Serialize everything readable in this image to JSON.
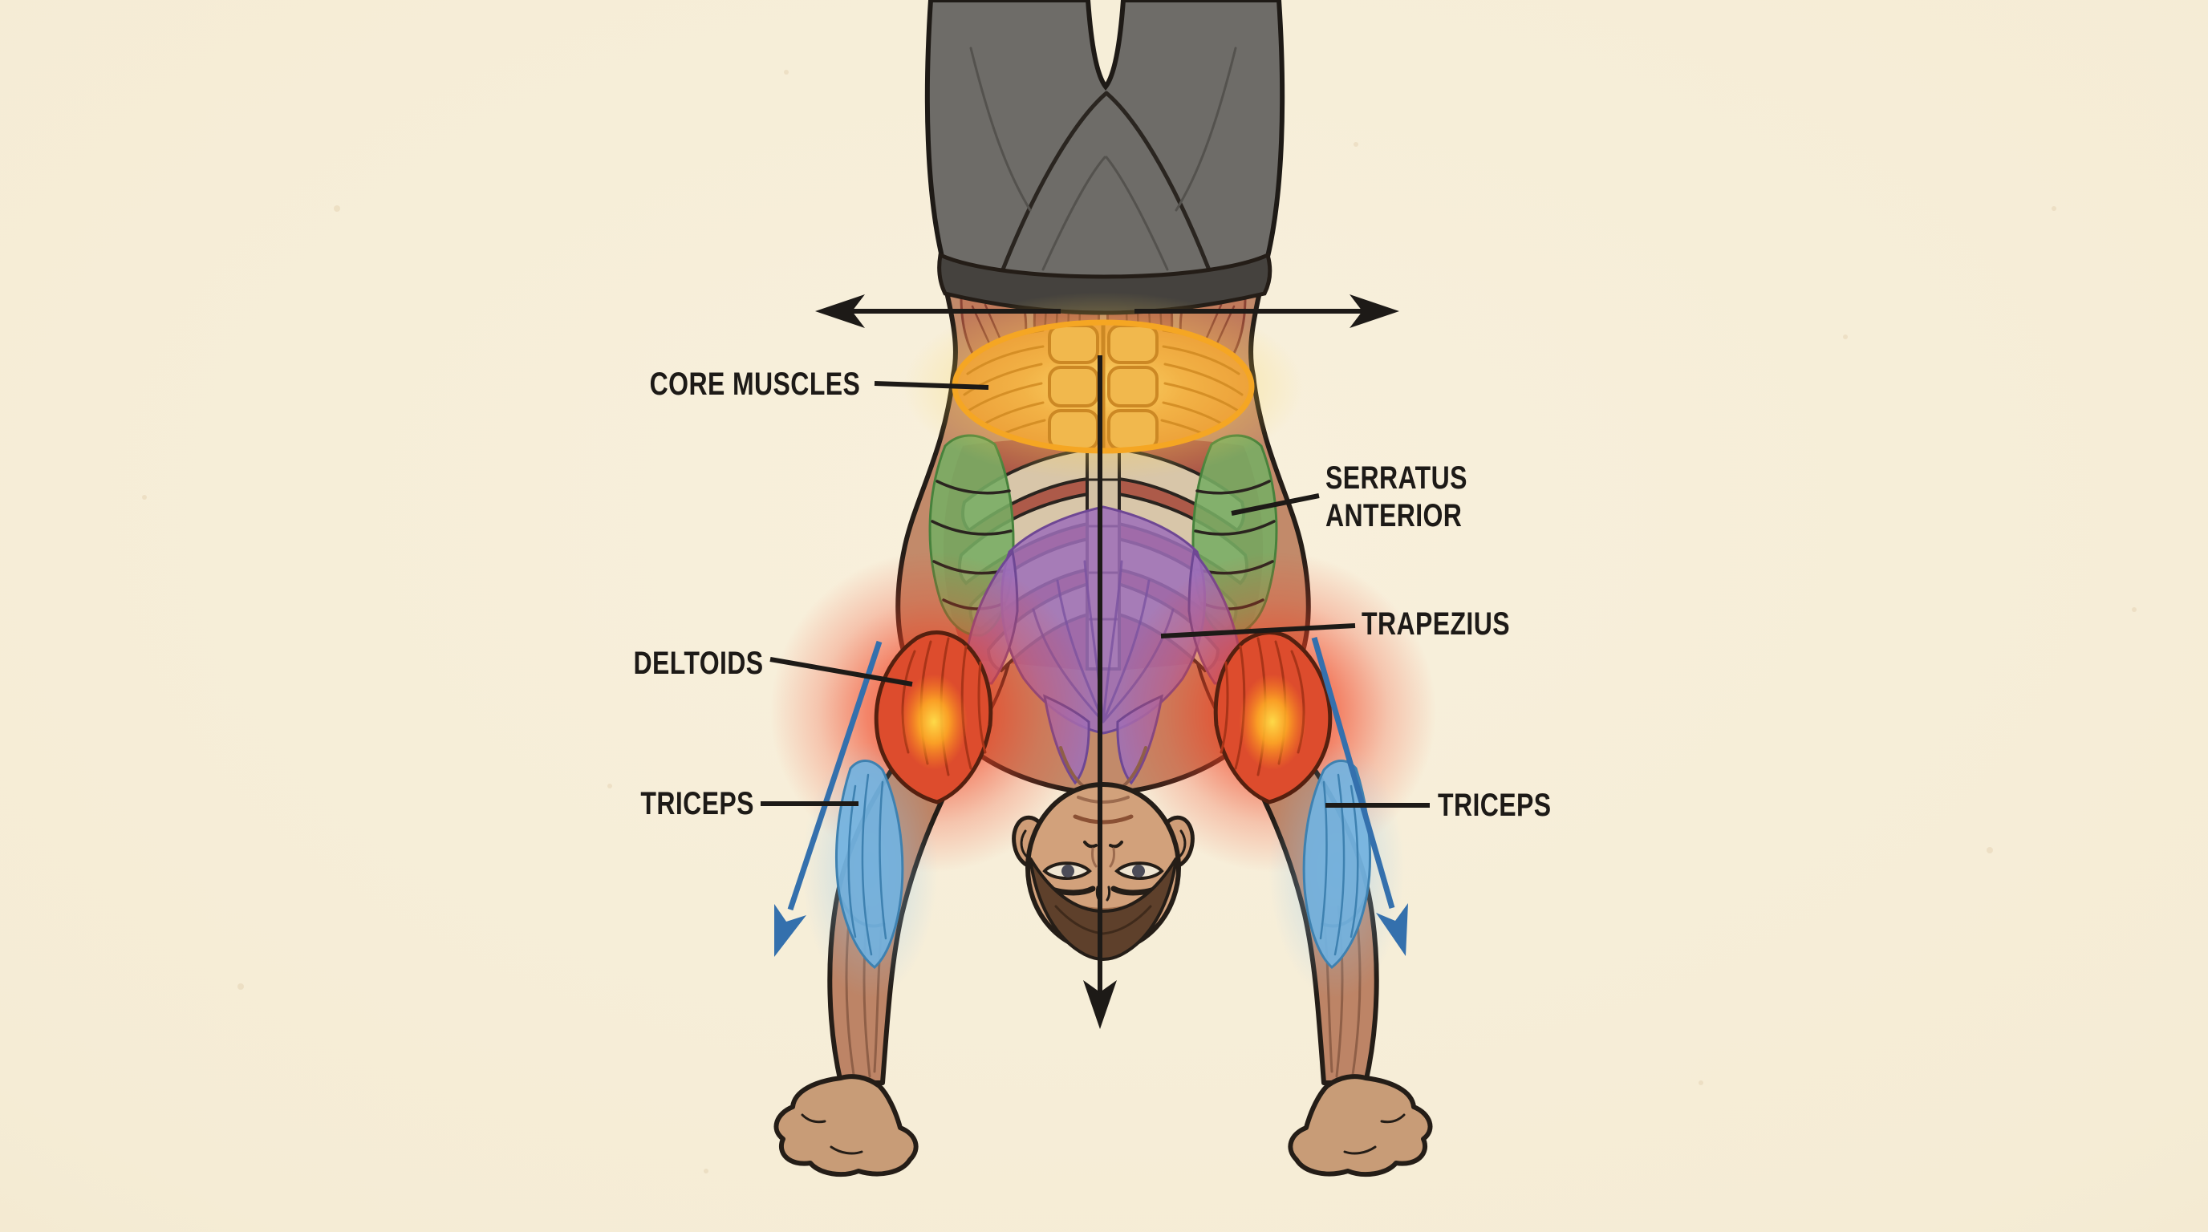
{
  "diagram": {
    "subject": "Inverted handstand figure, rear view, muscle anatomy",
    "background_color": "#f5ecd5",
    "label_color": "#1d1a17",
    "labels": {
      "core_muscles": "CORE MUSCLES",
      "serratus_anterior_line1": "SERRATUS",
      "serratus_anterior_line2": "ANTERIOR",
      "trapezius": "TRAPEZIUS",
      "deltoids": "DELTOIDS",
      "triceps_left": "TRICEPS",
      "triceps_right": "TRICEPS"
    },
    "muscle_highlights": [
      {
        "name": "Core muscles",
        "color": "#f5a623",
        "glow": "#ffd654",
        "style": "orange ellipse outline with yellow glow over abdominals"
      },
      {
        "name": "Serratus anterior",
        "color": "#76ad63",
        "style": "green shading on side ribs"
      },
      {
        "name": "Trapezius",
        "color": "#9d6fba",
        "style": "purple shading on upper back"
      },
      {
        "name": "Deltoids",
        "color": "#dd4c2d",
        "hotspot": "#ffe14a",
        "style": "red-orange glow on shoulders"
      },
      {
        "name": "Triceps",
        "color": "#72b2e0",
        "style": "blue shading on upper arms"
      }
    ],
    "arrows": {
      "lateral_balance_left": {
        "color": "#1d1a17",
        "direction": "left"
      },
      "lateral_balance_right": {
        "color": "#1d1a17",
        "direction": "right"
      },
      "gravity_line": {
        "color": "#1d1a17",
        "direction": "down"
      },
      "arm_force_left": {
        "color": "#3470ad",
        "direction": "down-left"
      },
      "arm_force_right": {
        "color": "#3470ad",
        "direction": "down-right"
      }
    }
  }
}
